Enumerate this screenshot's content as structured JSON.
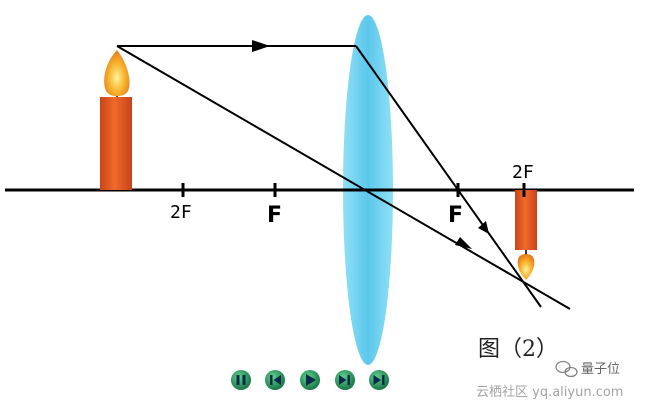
{
  "labels": {
    "two_f_left": "2F",
    "f_left": "F",
    "f_right": "F",
    "two_f_right": "2F",
    "figure_caption": "图（2）"
  },
  "watermark": {
    "brand": "量子位",
    "site": "云栖社区 yq.aliyun.com",
    "icon": "wechat-icon"
  },
  "controls": [
    {
      "name": "pause",
      "icon": "pause-icon"
    },
    {
      "name": "step-back",
      "icon": "step-back-icon"
    },
    {
      "name": "play",
      "icon": "play-icon"
    },
    {
      "name": "step-forward",
      "icon": "step-forward-icon"
    },
    {
      "name": "skip-end",
      "icon": "skip-end-icon"
    }
  ],
  "colors": {
    "lens": "#6fd3f0",
    "candle_body": "#e65a1e",
    "flame": "#f5a52a",
    "control_bg": "#1e8a55",
    "control_glyph": "#0a2a4a"
  }
}
